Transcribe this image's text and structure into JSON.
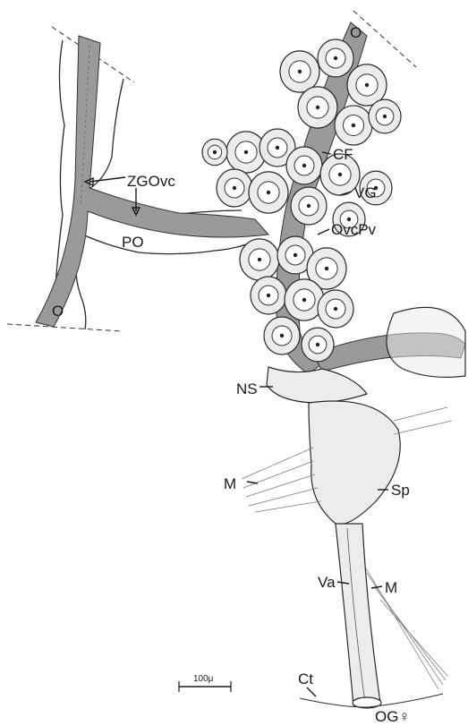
{
  "labels": {
    "O_top": "O",
    "O_left": "O",
    "CF": "CF",
    "VG": "VG",
    "OvcPv": "OvcPv",
    "ZGOvc": "ZGOvc",
    "PO": "PO",
    "NS": "NS",
    "M_left": "M",
    "Sp": "Sp",
    "Va": "Va",
    "M_right": "M",
    "Ct": "Ct",
    "OG": "OG♀"
  },
  "scale_bar": {
    "label": "100μ"
  },
  "colors": {
    "duct_fill": "#9a9a9a",
    "cell_fill": "#ececec",
    "ink": "#1a1a1a"
  }
}
